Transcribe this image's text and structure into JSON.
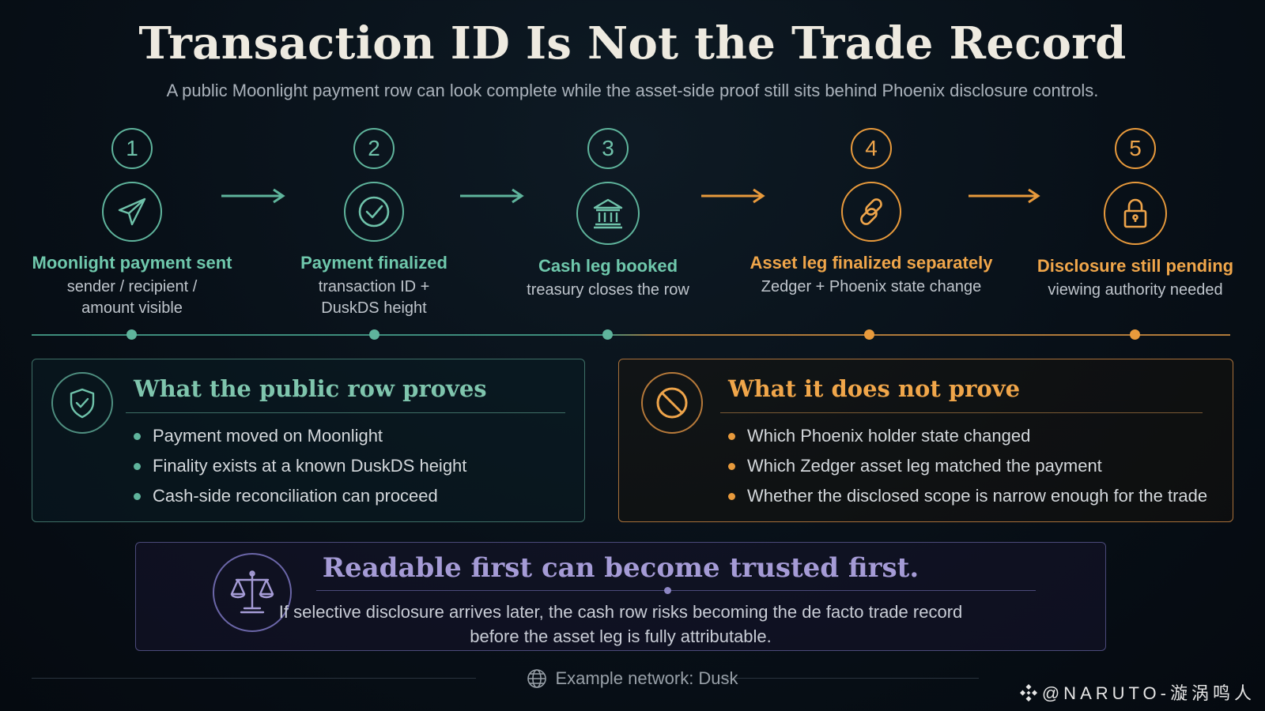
{
  "header": {
    "title": "Transaction ID Is Not the Trade Record",
    "subtitle": "A public Moonlight payment row can look complete while the asset-side proof still sits behind Phoenix disclosure controls."
  },
  "steps": [
    {
      "num": "1",
      "label": "Moonlight payment sent",
      "sub": "sender / recipient /\namount visible",
      "icon": "paper-plane-icon",
      "tone": "teal"
    },
    {
      "num": "2",
      "label": "Payment finalized",
      "sub": "transaction ID +\nDuskDS height",
      "icon": "check-circle-icon",
      "tone": "teal"
    },
    {
      "num": "3",
      "label": "Cash leg booked",
      "sub": "treasury closes the row",
      "icon": "bank-icon",
      "tone": "teal"
    },
    {
      "num": "4",
      "label": "Asset leg finalized separately",
      "sub": "Zedger + Phoenix state change",
      "icon": "link-icon",
      "tone": "amber"
    },
    {
      "num": "5",
      "label": "Disclosure still pending",
      "sub": "viewing authority needed",
      "icon": "lock-icon",
      "tone": "amber"
    }
  ],
  "proves": {
    "title": "What the public row proves",
    "icon": "shield-check-icon",
    "items": [
      "Payment moved on Moonlight",
      "Finality exists at a known DuskDS height",
      "Cash-side reconciliation can proceed"
    ]
  },
  "not_proves": {
    "title": "What it does not prove",
    "icon": "prohibited-icon",
    "items": [
      "Which Phoenix holder state changed",
      "Which Zedger asset leg matched the payment",
      "Whether the disclosed scope is narrow enough for the trade"
    ]
  },
  "conclusion": {
    "title": "Readable first can become trusted first.",
    "body": "If selective disclosure arrives later, the cash row risks becoming the de facto trade record\nbefore the asset leg is fully attributable.",
    "icon": "scales-icon"
  },
  "footer": {
    "text": "Example network: Dusk",
    "icon": "globe-icon",
    "watermark": "@NARUTO-漩涡鸣人",
    "watermark_icon": "binance-diamond-icon"
  },
  "colors": {
    "teal": "#5fb49c",
    "amber": "#e89a3c",
    "violet": "#a59bd6",
    "background": "#081018"
  }
}
